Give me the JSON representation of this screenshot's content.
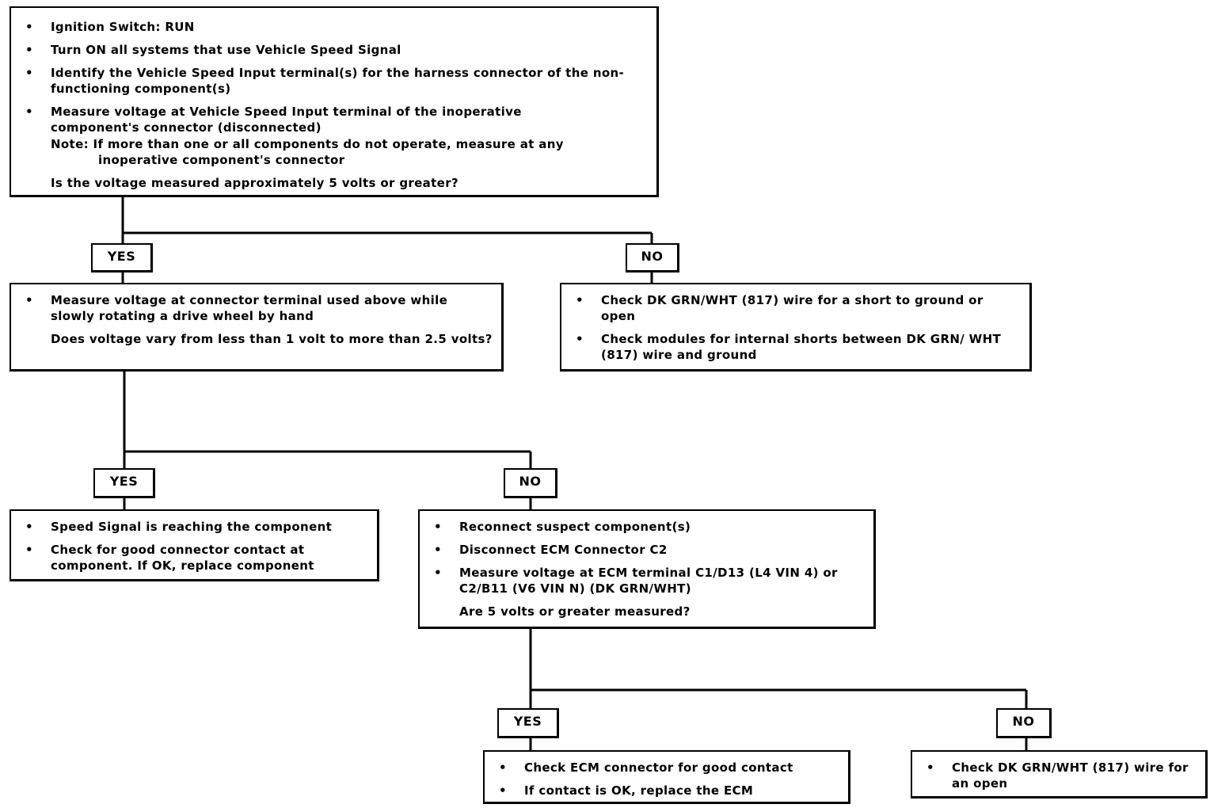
{
  "boxes": {
    "start": {
      "items": [
        "Ignition Switch:  RUN",
        "Turn ON all systems that use Vehicle Speed Signal",
        "Identify the Vehicle Speed Input terminal(s) for the harness connector of the non-functioning component(s)",
        "Measure voltage at Vehicle Speed Input terminal of the inoperative component's connector (disconnected)"
      ],
      "note": "Note: If more than one or all components do not operate, measure at any",
      "note_cont": "inoperative component's connector",
      "question": "Is the voltage measured approximately 5 volts or greater?"
    },
    "step2": {
      "items": [
        "Measure voltage at connector terminal used above while slowly rotating a drive wheel by hand"
      ],
      "question": "Does voltage vary from less than 1 volt to more than 2.5 volts?"
    },
    "no1": {
      "items": [
        "Check DK GRN/WHT (817) wire for a short to ground or open",
        "Check modules for internal shorts between DK GRN/ WHT (817) wire and  ground"
      ]
    },
    "yes2": {
      "items": [
        "Speed Signal is reaching the component",
        "Check for good connector contact at component. If OK, replace component"
      ]
    },
    "step3": {
      "items": [
        "Reconnect suspect component(s)",
        "Disconnect ECM Connector C2",
        "Measure voltage at ECM terminal C1/D13 (L4 VIN 4) or C2/B11 (V6 VIN N) (DK GRN/WHT)"
      ],
      "question": "Are 5 volts or greater measured?"
    },
    "yes3": {
      "items": [
        "Check ECM connector for good contact",
        "If contact is OK, replace the ECM"
      ]
    },
    "no3": {
      "items": [
        "Check DK GRN/WHT (817) wire for an open"
      ]
    }
  },
  "labels": {
    "yes1": "YES",
    "no1": "NO",
    "yes2": "YES",
    "no2": "NO",
    "yes3": "YES",
    "no3": "NO"
  }
}
